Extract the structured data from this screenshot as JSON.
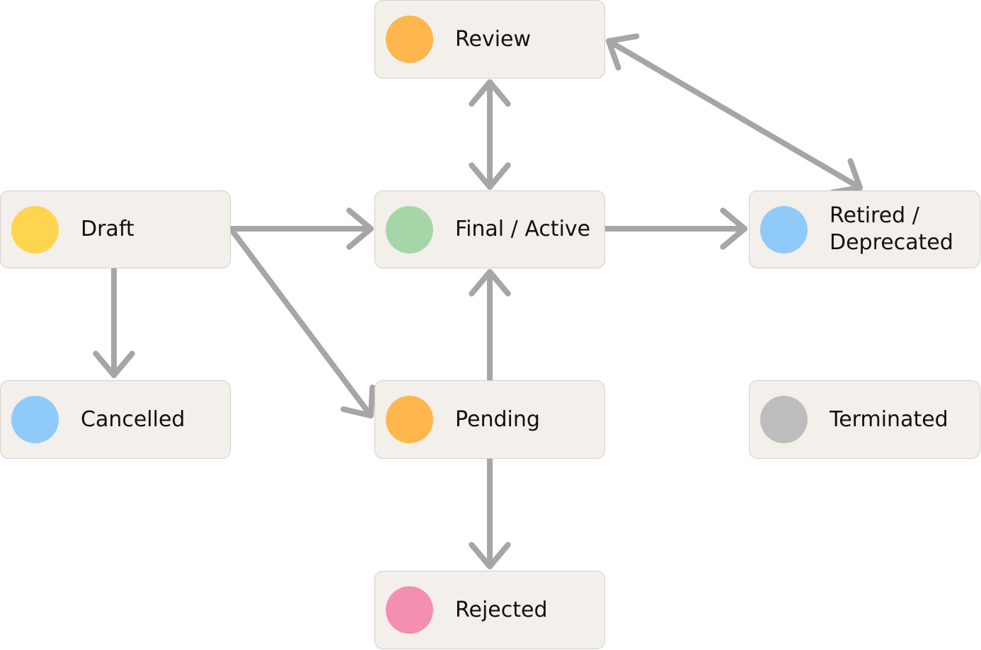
{
  "diagram": {
    "nodes": [
      {
        "id": "review",
        "label": "Review",
        "color": "#ffb74d"
      },
      {
        "id": "draft",
        "label": "Draft",
        "color": "#ffd54f"
      },
      {
        "id": "final",
        "label": "Final / Active",
        "color": "#a5d6a7"
      },
      {
        "id": "retired",
        "label": "Retired /\nDeprecated",
        "color": "#90caf9"
      },
      {
        "id": "cancelled",
        "label": "Cancelled",
        "color": "#90caf9"
      },
      {
        "id": "pending",
        "label": "Pending",
        "color": "#ffb74d"
      },
      {
        "id": "terminated",
        "label": "Terminated",
        "color": "#bdbdbd"
      },
      {
        "id": "rejected",
        "label": "Rejected",
        "color": "#f48fb1"
      }
    ],
    "edges": [
      {
        "from": "draft",
        "to": "final",
        "bidirectional": false
      },
      {
        "from": "draft",
        "to": "pending",
        "bidirectional": false
      },
      {
        "from": "draft",
        "to": "cancelled",
        "bidirectional": false
      },
      {
        "from": "final",
        "to": "retired",
        "bidirectional": false
      },
      {
        "from": "review",
        "to": "final",
        "bidirectional": true
      },
      {
        "from": "review",
        "to": "retired",
        "bidirectional": true
      },
      {
        "from": "pending",
        "to": "final",
        "bidirectional": false
      },
      {
        "from": "pending",
        "to": "rejected",
        "bidirectional": false
      }
    ],
    "edge_color": "#a6a6a6"
  }
}
